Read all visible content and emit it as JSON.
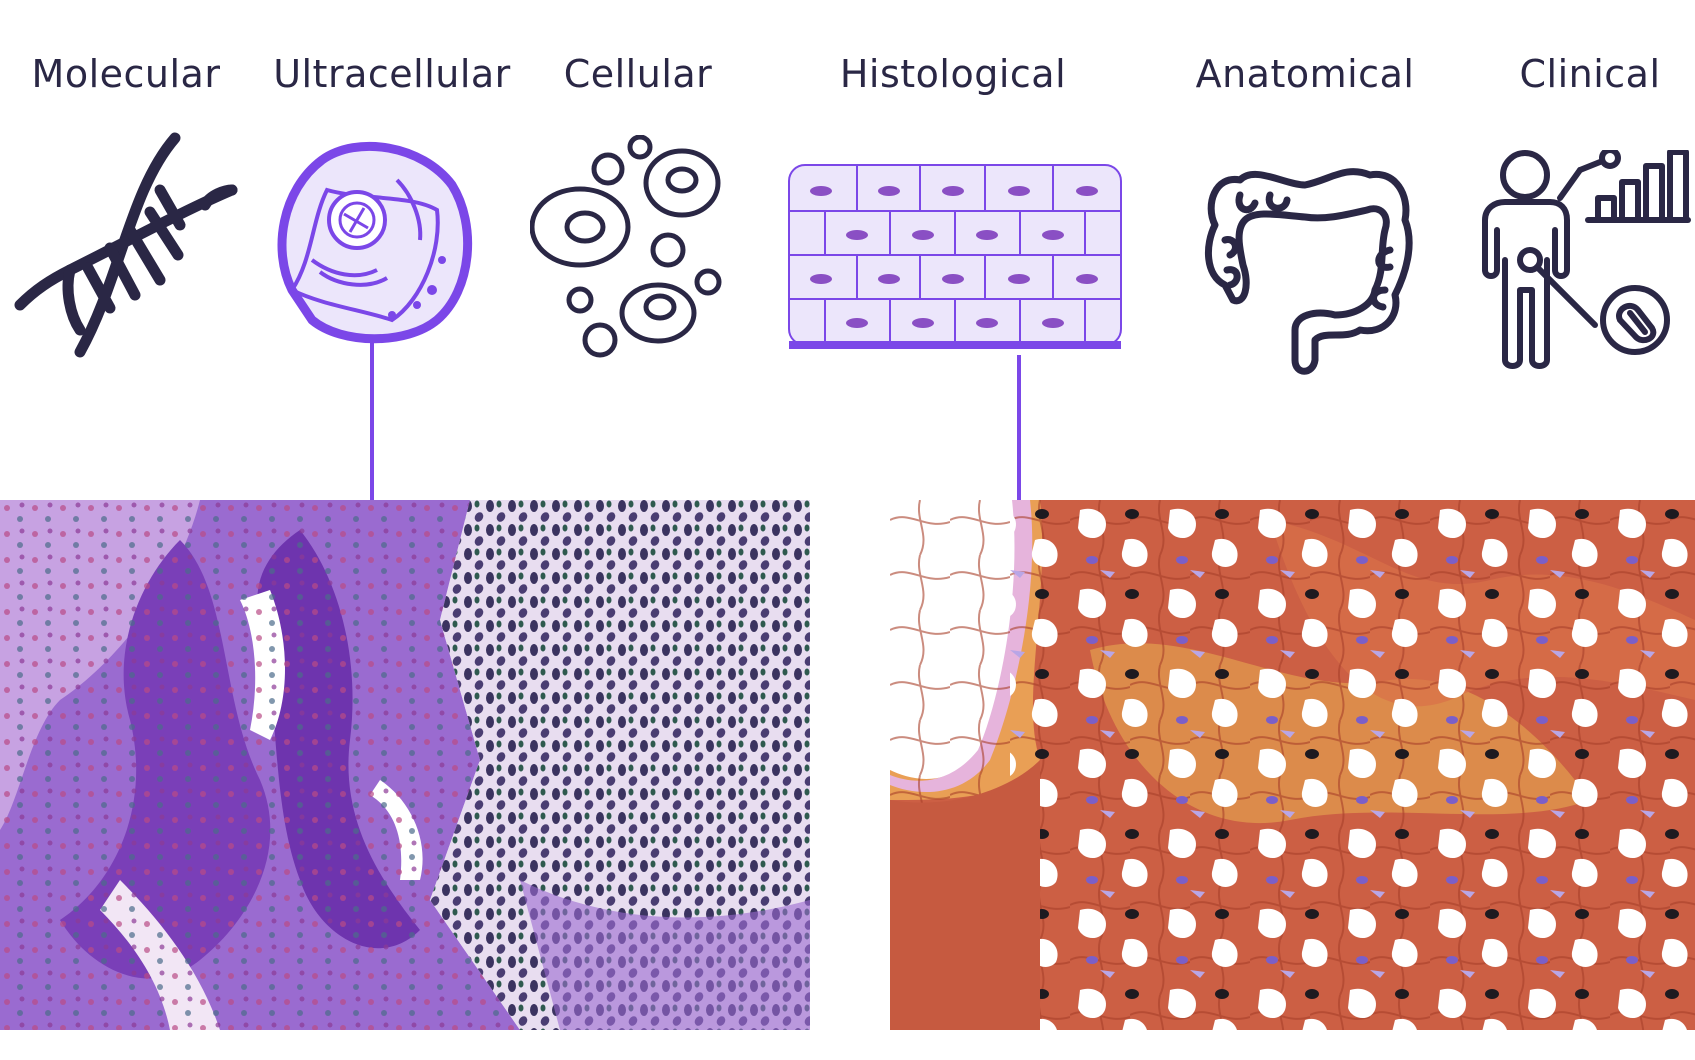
{
  "scales": [
    {
      "id": "molecular",
      "label": "Molecular",
      "icon": "dna-icon",
      "highlighted": false
    },
    {
      "id": "ultracellular",
      "label": "Ultracellular",
      "icon": "cell-organelle-icon",
      "highlighted": true
    },
    {
      "id": "cellular",
      "label": "Cellular",
      "icon": "cells-icon",
      "highlighted": false
    },
    {
      "id": "histological",
      "label": "Histological",
      "icon": "tissue-icon",
      "highlighted": true
    },
    {
      "id": "anatomical",
      "label": "Anatomical",
      "icon": "colon-icon",
      "highlighted": false
    },
    {
      "id": "clinical",
      "label": "Clinical",
      "icon": "patient-chart-icon",
      "highlighted": false
    }
  ],
  "colors": {
    "ink": "#2a2745",
    "accent": "#7b47e8",
    "accent_fill": "#ece6fb",
    "he_purple": "#8a4fc4",
    "stain_orange": "#d2653f"
  },
  "panels": [
    {
      "id": "he-stained-micrograph",
      "linked_scale": "ultracellular"
    },
    {
      "id": "special-stain-micrograph",
      "linked_scale": "histological"
    }
  ]
}
